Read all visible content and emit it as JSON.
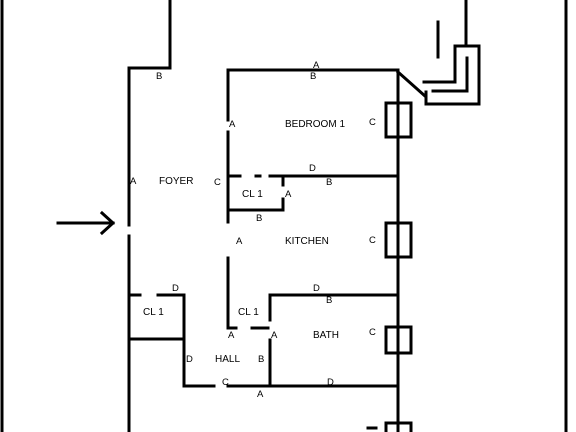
{
  "rooms": {
    "foyer": "FOYER",
    "bedroom1": "BEDROOM 1",
    "kitchen": "KITCHEN",
    "bath": "BATH",
    "hall": "HALL",
    "closet_bedroom": "CL 1",
    "closet_hall": "CL 1",
    "closet_bath": "CL 1"
  },
  "wall_codes": {
    "foyer_top": "B",
    "foyer_left": "A",
    "foyer_right": "C",
    "bed_top_a": "A",
    "bed_top_b": "B",
    "bed_left": "A",
    "bed_window": "C",
    "bed_bottom_d": "D",
    "bed_bottom_b": "B",
    "cl_right": "A",
    "cl_bottom": "B",
    "kitchen_left": "A",
    "kitchen_window": "C",
    "kitchen_bottom_d": "D",
    "kitchen_bottom_b": "B",
    "hallcl_top": "D",
    "bathcl_left": "A",
    "bathcl_right": "A",
    "bath_window": "C",
    "hall_left": "D",
    "hall_right": "B",
    "hall_bottom_c": "C",
    "hall_bottom_a": "A",
    "bath_bottom": "D"
  }
}
